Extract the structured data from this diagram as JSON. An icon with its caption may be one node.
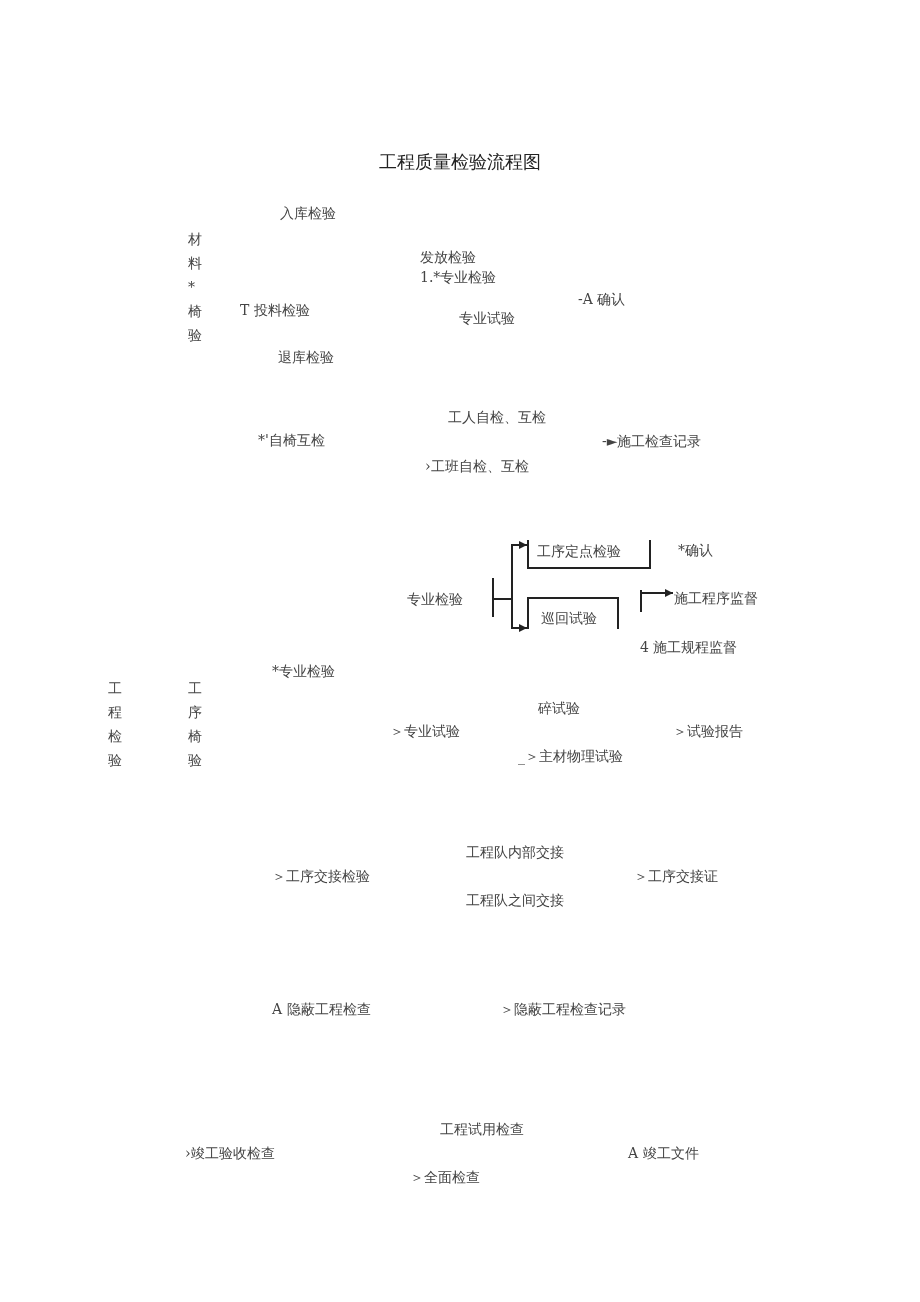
{
  "diagram": {
    "title": "工程质量检验流程图",
    "nodes": [
      {
        "text": [
          "专业检验"
        ]
      },
      {
        "text": [
          "工序定点检验"
        ]
      },
      {
        "text": [
          "巡回试验"
        ]
      },
      {
        "text": [
          "施工程序监督"
        ]
      }
    ],
    "edges": [
      {
        "from": 0,
        "to": 1,
        "arrow": "to"
      },
      {
        "from": 0,
        "to": 2,
        "arrow": "to"
      },
      {
        "from": null,
        "to": 3,
        "arrow": "to"
      }
    ],
    "labels": [
      "入库检验",
      "材料*椅验",
      "发放检验",
      "1.*专业检验",
      "-A 确认",
      "T 投料检验",
      "专业试验",
      "退库检验",
      "工人自检、互检",
      "*'自椅互检",
      "-►施工检查记录",
      "›工班自检、互检",
      "*确认",
      "4 施工规程监督",
      "*专业检验",
      "工程检验",
      "工序椅验",
      "碎试验",
      "＞专业试验",
      "＞试验报告",
      "_＞主材物理试验",
      "工程队内部交接",
      "＞工序交接检验",
      "＞工序交接证",
      "工程队之间交接",
      "A 隐蔽工程检查",
      "＞隐蔽工程检查记录",
      "工程试用检查",
      "›竣工验收检查",
      "A 竣工文件",
      "＞全面检查"
    ]
  }
}
